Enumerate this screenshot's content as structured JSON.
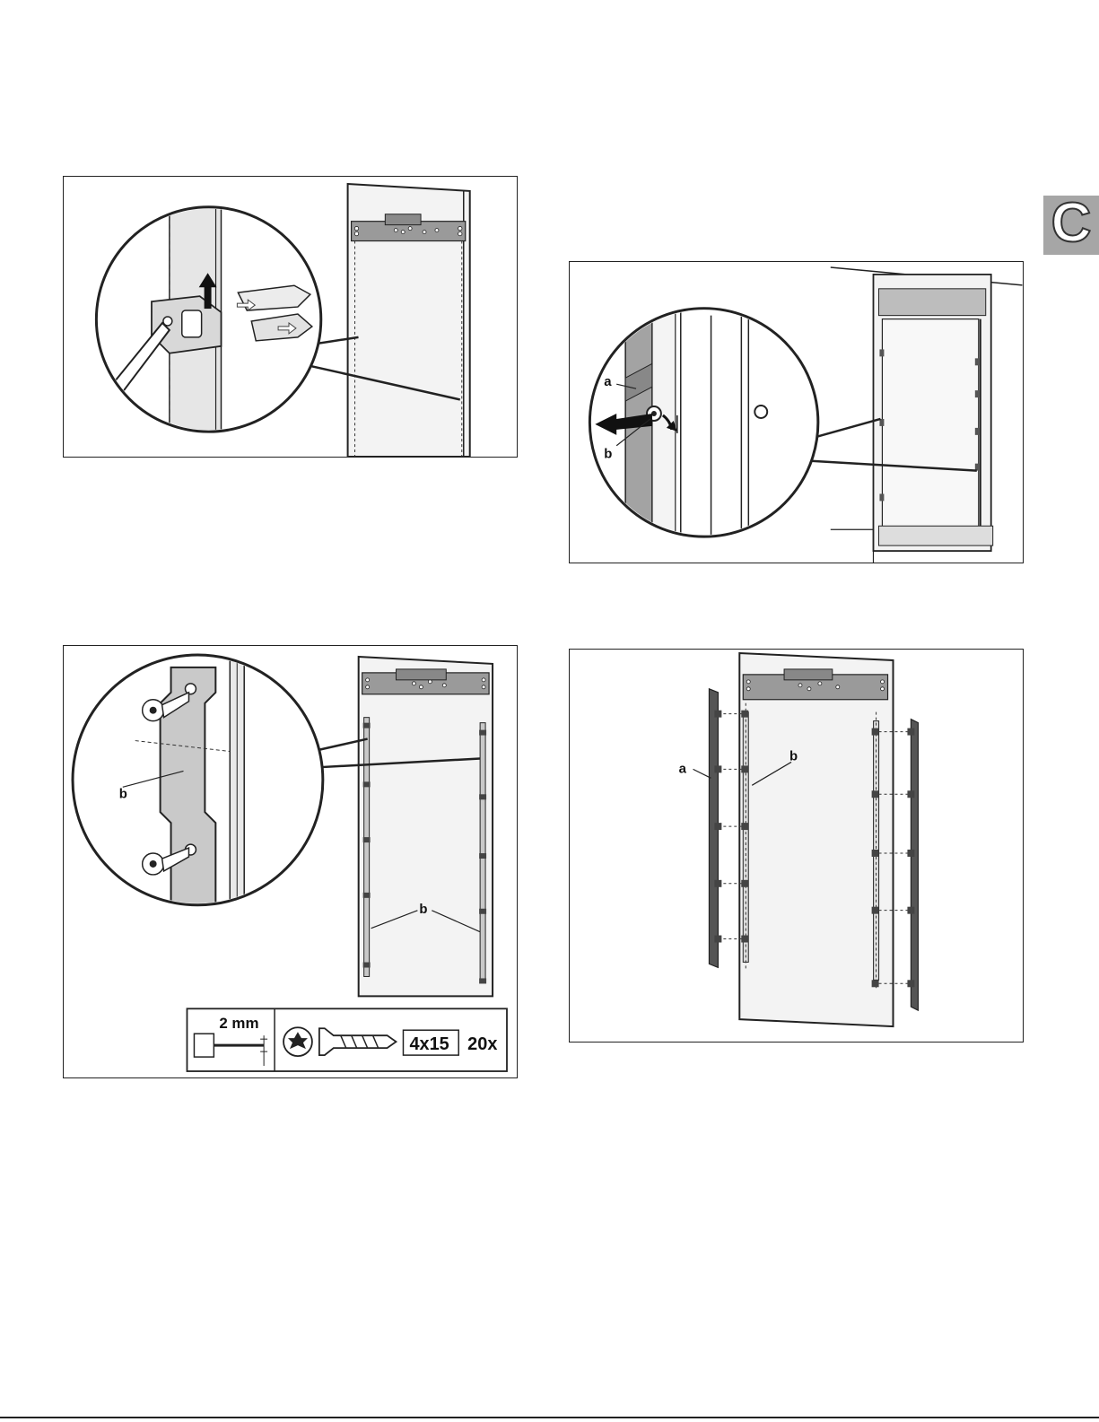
{
  "section_tab": {
    "letter": "C"
  },
  "figures": {
    "fig1": {},
    "fig2": {
      "label_a": "a",
      "label_b": "b"
    },
    "fig3": {
      "label_b_detail": "b",
      "label_b_panel": "b",
      "drill_size": "2 mm",
      "screw_size": "4x15",
      "screw_qty": "20x"
    },
    "fig4": {
      "label_a": "a",
      "label_b": "b"
    }
  },
  "colors": {
    "tab_fill": "#a6a6a6",
    "line": "#222222",
    "metal": "#9a9a9a",
    "panel": "#f2f2f2"
  }
}
